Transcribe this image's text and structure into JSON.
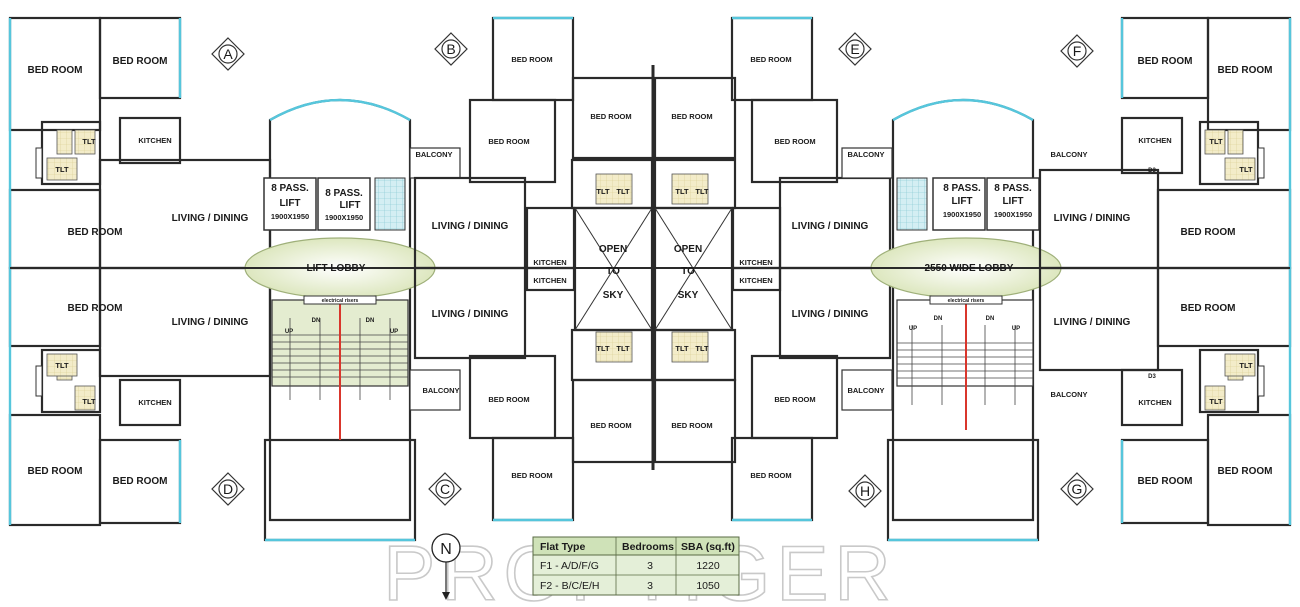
{
  "colors": {
    "brown_room": "#c9a0a2",
    "brown_hall": "#c79c9e",
    "purple_room": "#c6c3de",
    "purple_hall": "#b9b6d8",
    "lobby_fill": "#dfe8c4",
    "stair_fill": "#e4ecd0",
    "toilet_fill": "#f3ecc9",
    "tile_blue": "#d4eef3",
    "exterior_line": "#56c6dc",
    "table_header": "#cfe2b8",
    "table_body": "#e4efd8"
  },
  "rooms": {
    "bed_room": "BED ROOM",
    "kitchen": "KITCHEN",
    "living_dining": "LIVING / DINING",
    "balcony": "BALCONY",
    "tlt": "TLT",
    "lift_lobby": "LIFT LOBBY",
    "wide_lobby": "2550 WIDE LOBBY",
    "lift_line1": "8 PASS.",
    "lift_line2": "LIFT",
    "lift_line3": "1900X1950",
    "open_line1": "OPEN",
    "open_line2": "TO",
    "open_line3": "SKY",
    "electrical": "electrical risers",
    "up": "UP",
    "dn": "DN",
    "d3": "D3"
  },
  "flat_markers": {
    "a": "A",
    "b": "B",
    "c": "C",
    "d": "D",
    "e": "E",
    "f": "F",
    "g": "G",
    "h": "H"
  },
  "north": "N",
  "watermark": "PROPTIGER",
  "table": {
    "headers": [
      "Flat Type",
      "Bedrooms",
      "SBA (sq.ft)"
    ],
    "rows": [
      {
        "type": "F1 - A/D/F/G",
        "bedrooms": "3",
        "sba": "1220"
      },
      {
        "type": "F2 - B/C/E/H",
        "bedrooms": "3",
        "sba": "1050"
      }
    ]
  }
}
